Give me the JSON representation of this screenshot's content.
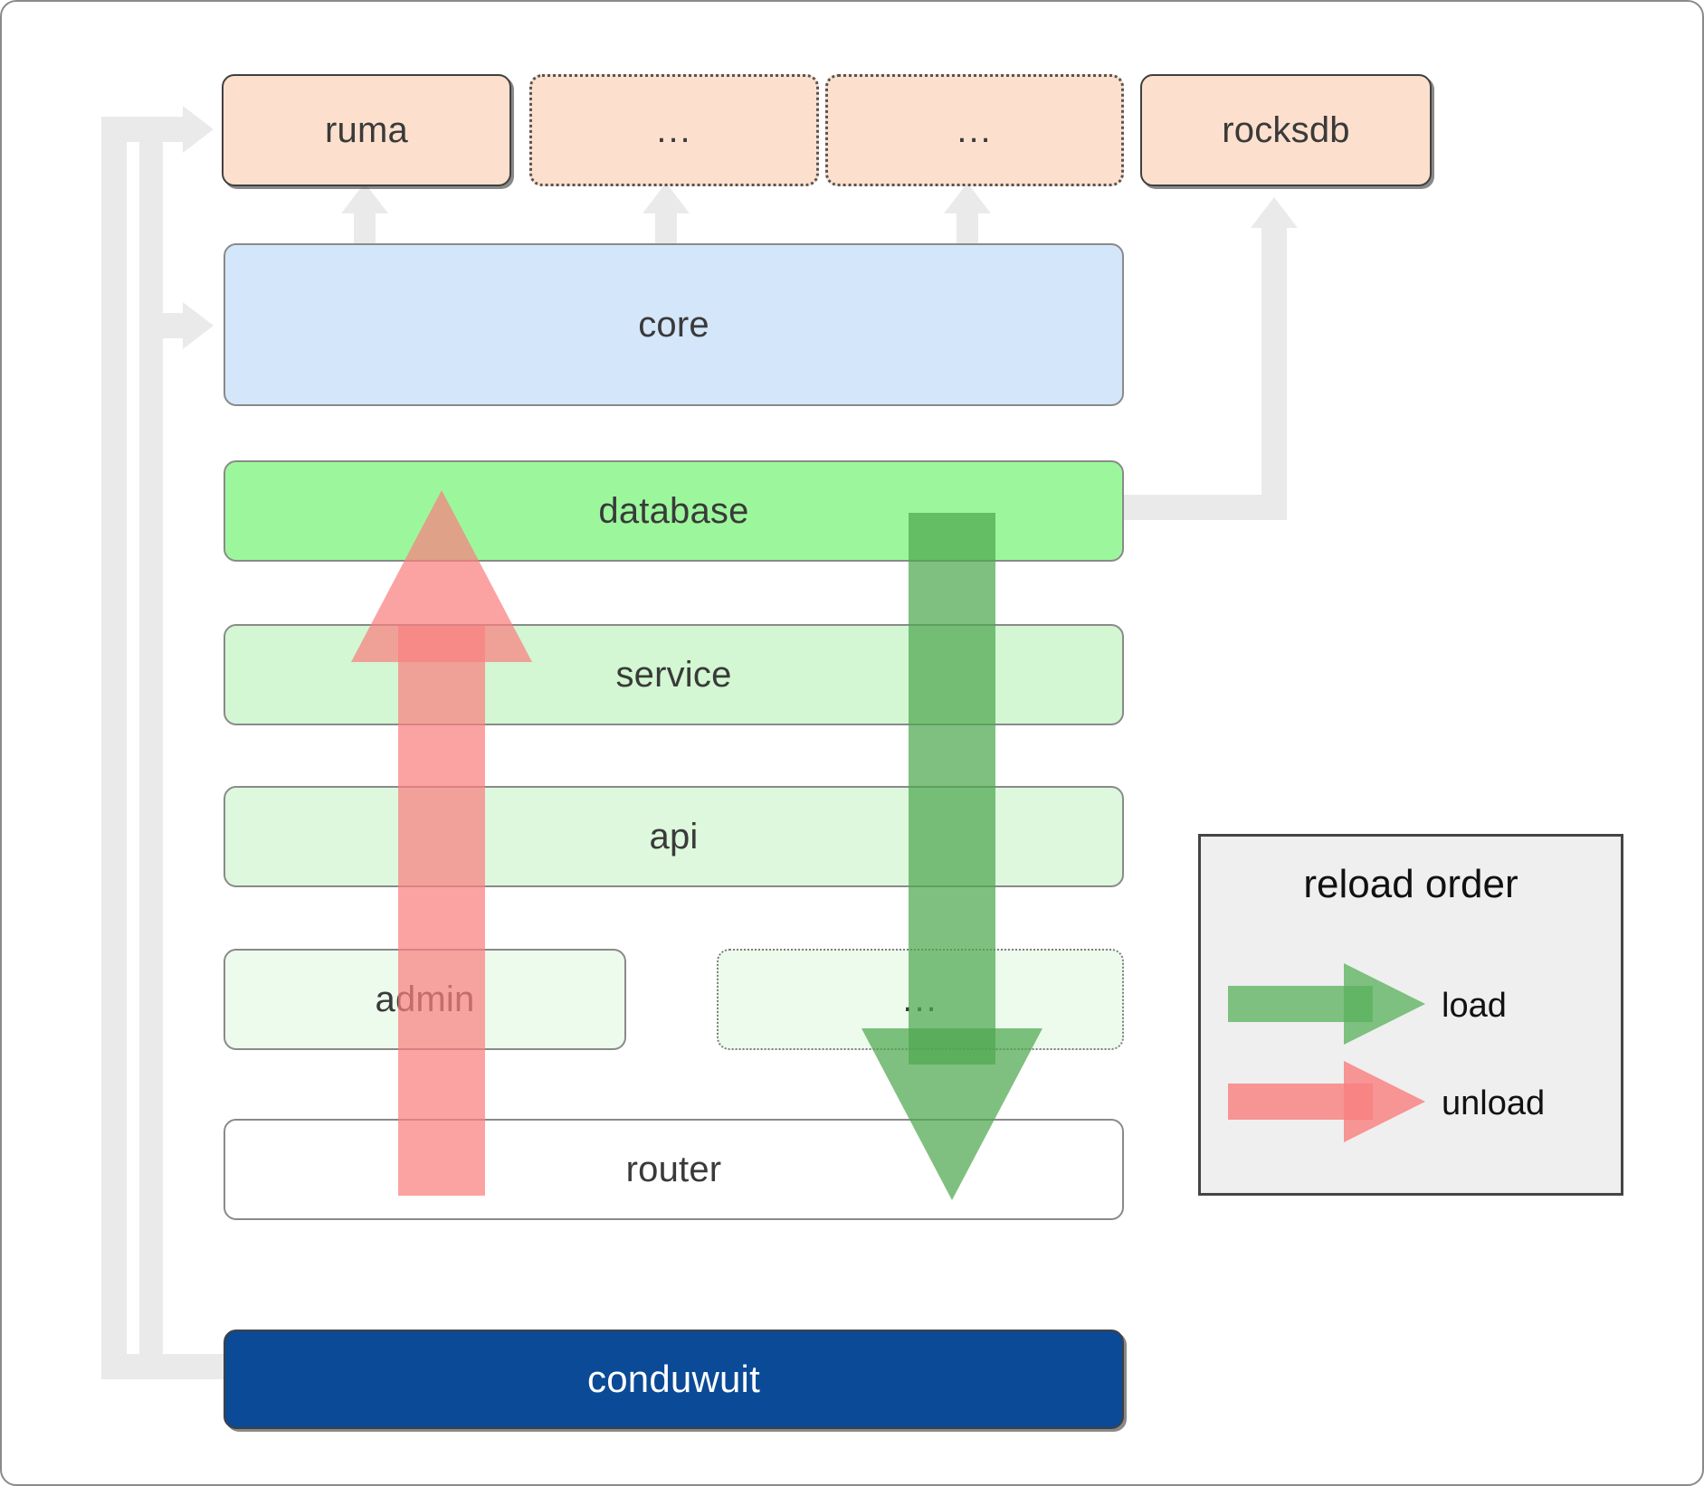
{
  "diagram": {
    "title": "conduwuit crate dependency / reload order diagram",
    "root": {
      "label": "conduwuit",
      "color": "#0b4a96",
      "text_color": "#ffffff"
    },
    "external_deps": [
      {
        "label": "ruma",
        "style": "solid",
        "color": "#fce0cd"
      },
      {
        "label": "...",
        "style": "dotted",
        "color": "#fce0cd"
      },
      {
        "label": "...",
        "style": "dotted",
        "color": "#fce0cd"
      },
      {
        "label": "rocksdb",
        "style": "solid",
        "color": "#fce0cd"
      }
    ],
    "layers": [
      {
        "label": "core",
        "style": "thin",
        "color": "#d4e6fa"
      },
      {
        "label": "database",
        "style": "thin",
        "color": "#9cf79c"
      },
      {
        "label": "service",
        "style": "thin",
        "color": "#d2f7d2"
      },
      {
        "label": "api",
        "style": "thin",
        "color": "#ddf8dd"
      },
      {
        "label": "admin",
        "style": "thin",
        "color": "#edfbed"
      },
      {
        "label": "...",
        "style": "dotted-thin",
        "color": "#edfbed"
      },
      {
        "label": "router",
        "style": "thin",
        "color": "#ffffff"
      }
    ],
    "legend": {
      "title": "reload order",
      "items": [
        {
          "label": "load",
          "color": "#5cb25f"
        },
        {
          "label": "unload",
          "color": "#f98080"
        }
      ]
    },
    "flows": [
      {
        "name": "unload",
        "direction": "up",
        "color": "#f98080",
        "from": "router",
        "to": "database"
      },
      {
        "name": "load",
        "direction": "down",
        "color": "#5cb25f",
        "from": "database",
        "to": "router"
      }
    ],
    "connector_color": "#eaeaea"
  }
}
